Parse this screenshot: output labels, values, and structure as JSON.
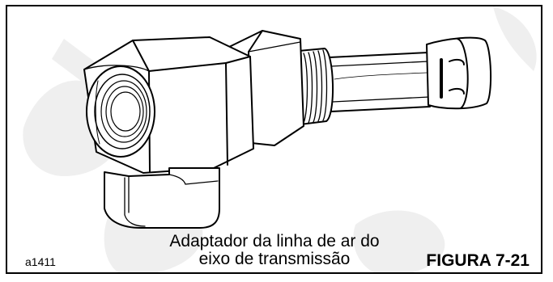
{
  "figure": {
    "caption_line1": "Adaptador da linha de ar do",
    "caption_line2": "eixo de transmissão",
    "code": "a1411",
    "label": "FIGURA 7-21",
    "subject_icon": "air-line-adapter-fitting-illustration",
    "watermark_icon": "faint-gray-diagonal-watermark"
  },
  "colors": {
    "ink": "#000000",
    "paper": "#ffffff",
    "watermark": "#eeeeee"
  }
}
